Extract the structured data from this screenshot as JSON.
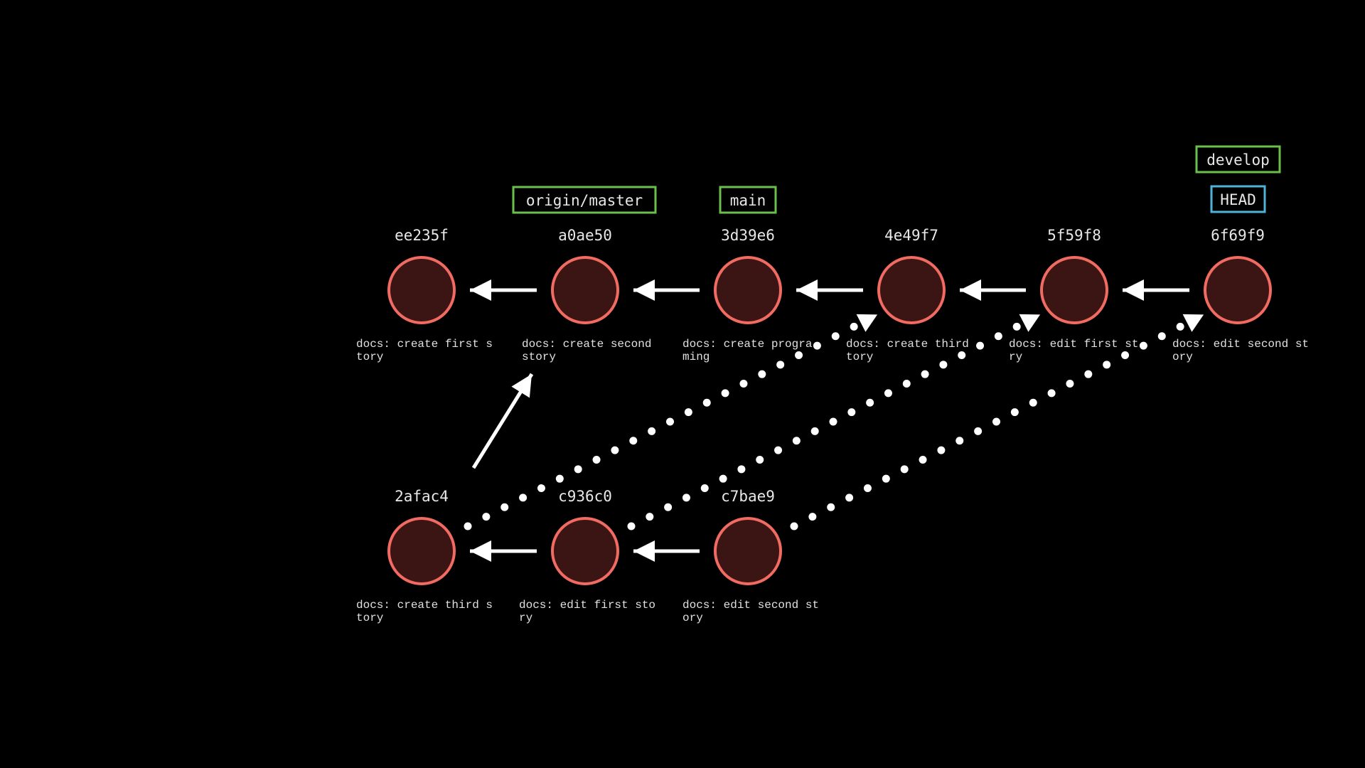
{
  "colors": {
    "background": "#000000",
    "commit_fill": "#3b1414",
    "commit_stroke": "#f26b62",
    "arrow": "#ffffff",
    "branch_border": "#6abf4b",
    "head_border": "#4fb3d9"
  },
  "commits": [
    {
      "id": "ee235f",
      "message": [
        "docs: create first s",
        "tory"
      ]
    },
    {
      "id": "a0ae50",
      "message": [
        "docs: create second",
        "story"
      ]
    },
    {
      "id": "3d39e6",
      "message": [
        "docs: create progra",
        "ming"
      ]
    },
    {
      "id": "4e49f7",
      "message": [
        "docs: create third",
        "tory"
      ]
    },
    {
      "id": "5f59f8",
      "message": [
        "docs: edit first st",
        "ry"
      ]
    },
    {
      "id": "6f69f9",
      "message": [
        "docs: edit second st",
        "ory"
      ]
    },
    {
      "id": "2afac4",
      "message": [
        "docs: create third s",
        "tory"
      ]
    },
    {
      "id": "c936c0",
      "message": [
        "docs: edit first sto",
        "ry"
      ]
    },
    {
      "id": "c7bae9",
      "message": [
        "docs: edit second st",
        "ory"
      ]
    }
  ],
  "parent_links": [
    {
      "from": "a0ae50",
      "to": "ee235f"
    },
    {
      "from": "3d39e6",
      "to": "a0ae50"
    },
    {
      "from": "4e49f7",
      "to": "3d39e6"
    },
    {
      "from": "5f59f8",
      "to": "4e49f7"
    },
    {
      "from": "6f69f9",
      "to": "5f59f8"
    },
    {
      "from": "c936c0",
      "to": "2afac4"
    },
    {
      "from": "c7bae9",
      "to": "c936c0"
    },
    {
      "from": "2afac4",
      "to": "a0ae50"
    }
  ],
  "rebase_links": [
    {
      "from": "2afac4",
      "to": "4e49f7"
    },
    {
      "from": "c936c0",
      "to": "5f59f8"
    },
    {
      "from": "c7bae9",
      "to": "6f69f9"
    }
  ],
  "refs": [
    {
      "label": "origin/master",
      "commit": "a0ae50",
      "kind": "branch"
    },
    {
      "label": "main",
      "commit": "3d39e6",
      "kind": "branch"
    },
    {
      "label": "develop",
      "commit": "6f69f9",
      "kind": "branch"
    },
    {
      "label": "HEAD",
      "commit": "6f69f9",
      "kind": "head"
    }
  ]
}
